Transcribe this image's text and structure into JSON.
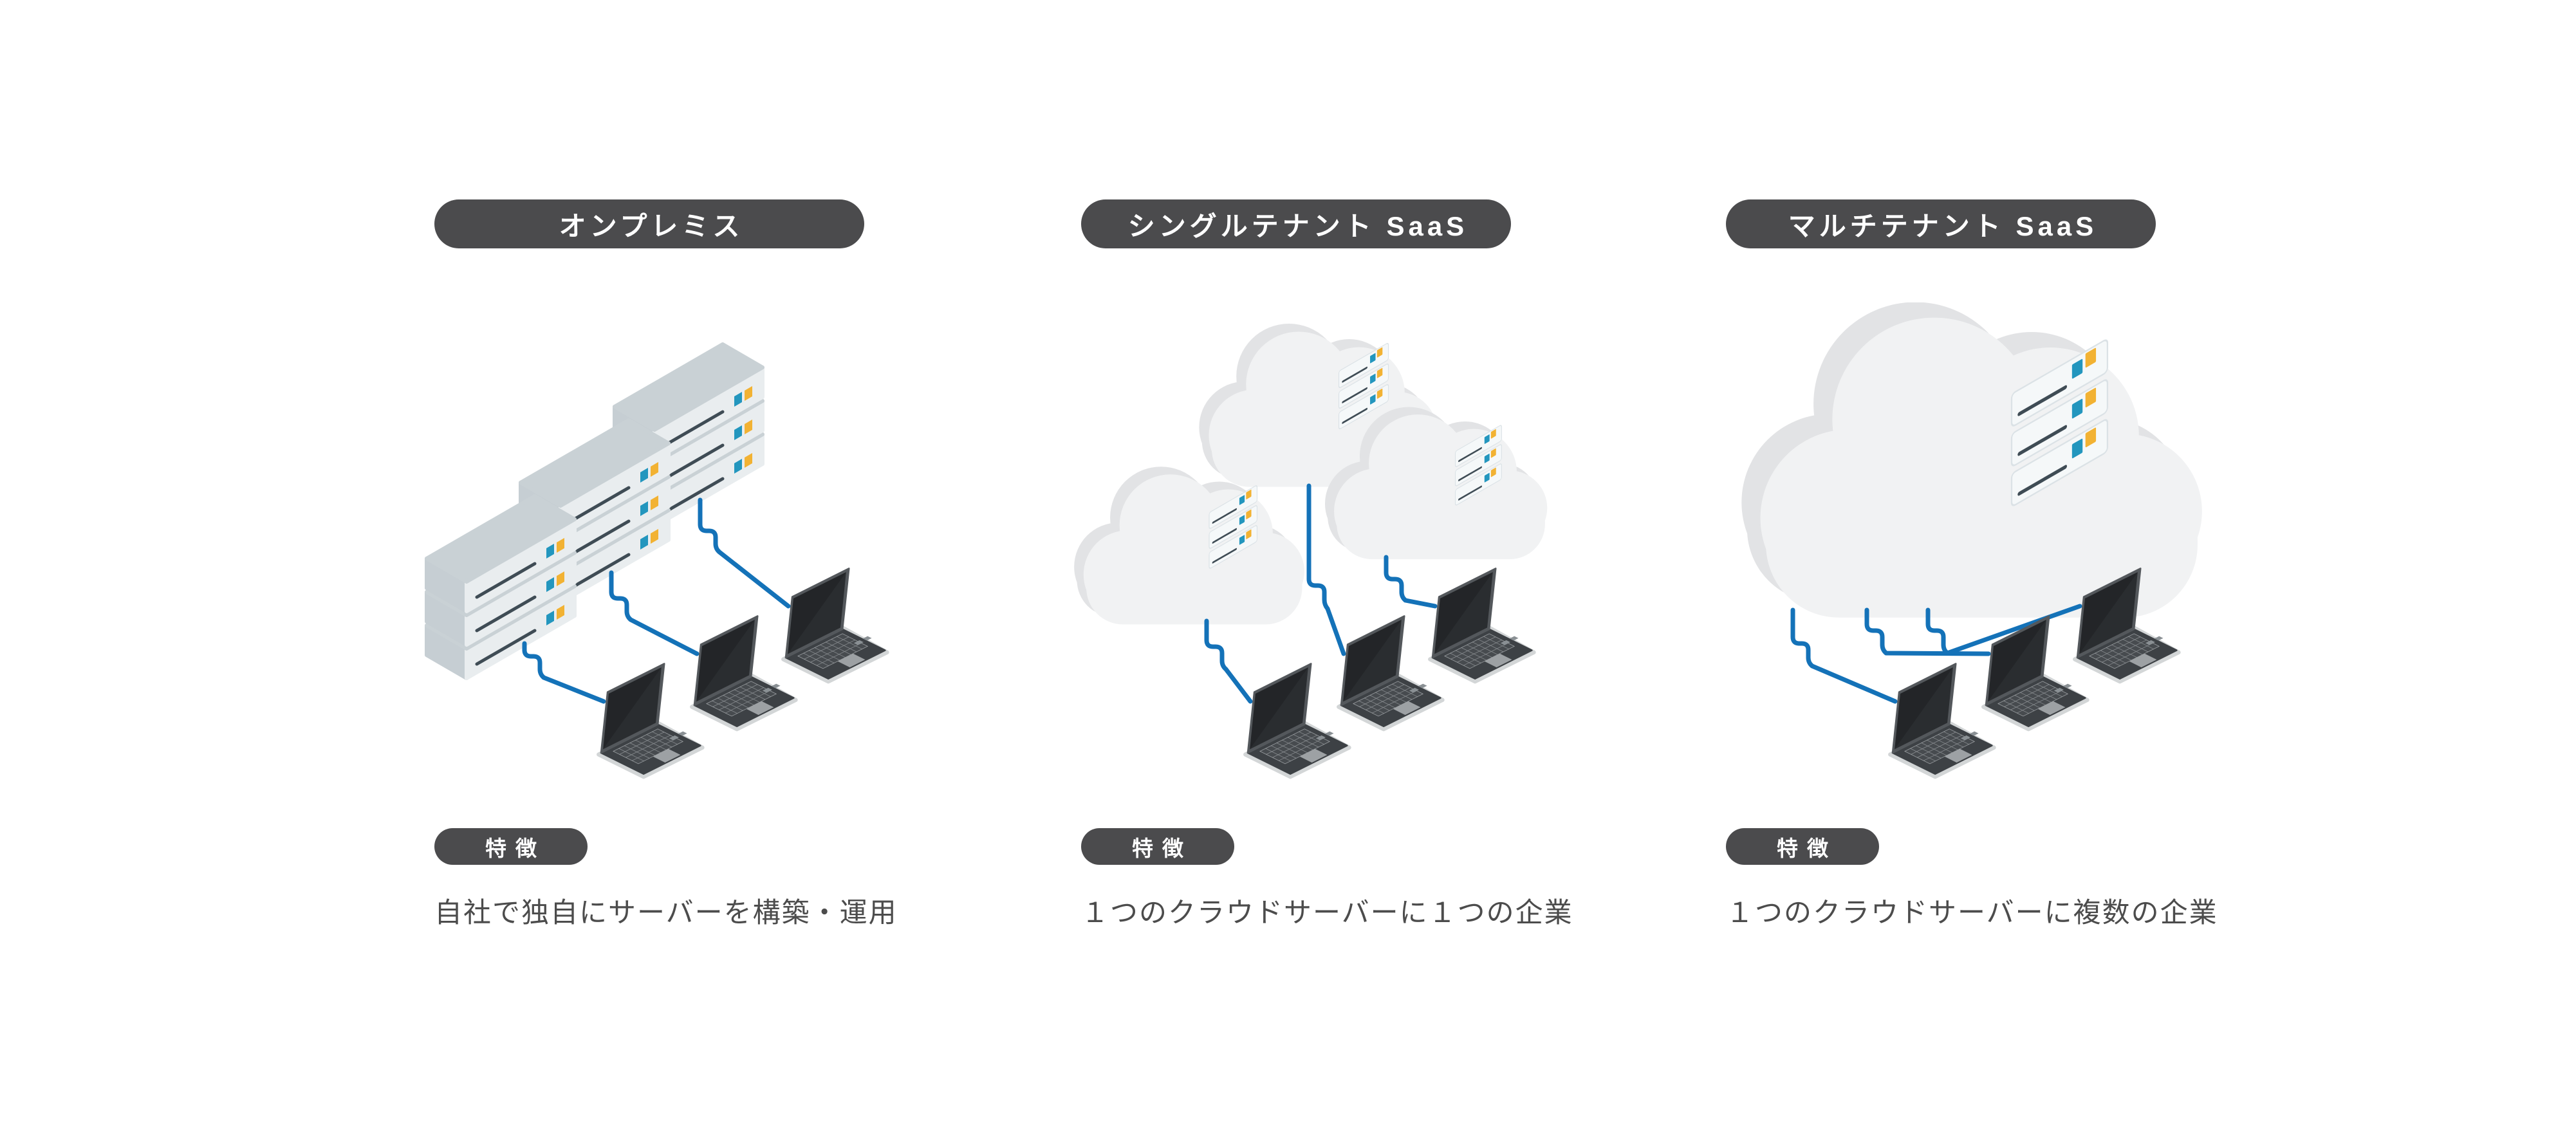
{
  "columns": [
    {
      "id": "on-premise",
      "title": "オンプレミス",
      "feature_label": "特徴",
      "description": "自社で独自にサーバーを構築・運用",
      "server_stacks": 3,
      "clouds": 0,
      "client_laptops": 3
    },
    {
      "id": "single-tenant-saas",
      "title": "シングルテナント SaaS",
      "feature_label": "特徴",
      "description": "１つのクラウドサーバーに１つの企業",
      "server_stacks": 0,
      "clouds": 3,
      "client_laptops": 3
    },
    {
      "id": "multi-tenant-saas",
      "title": "マルチテナント SaaS",
      "feature_label": "特徴",
      "description": "１つのクラウドサーバーに複数の企業",
      "server_stacks": 0,
      "clouds": 1,
      "client_laptops": 3
    }
  ],
  "colors": {
    "background": "#ffffff",
    "pill_background": "#4b4b4d",
    "pill_text": "#ffffff",
    "description_text": "#4c4c4c",
    "cable_blue": "#1472b8",
    "server_accent_blue": "#2396be",
    "server_accent_yellow": "#f2b233",
    "server_top": "#c9d1d5",
    "server_front": "#e9edef",
    "cloud_fill": "#f1f2f3",
    "cloud_shadow": "#e2e3e5",
    "laptop_body": "#3d4145"
  }
}
